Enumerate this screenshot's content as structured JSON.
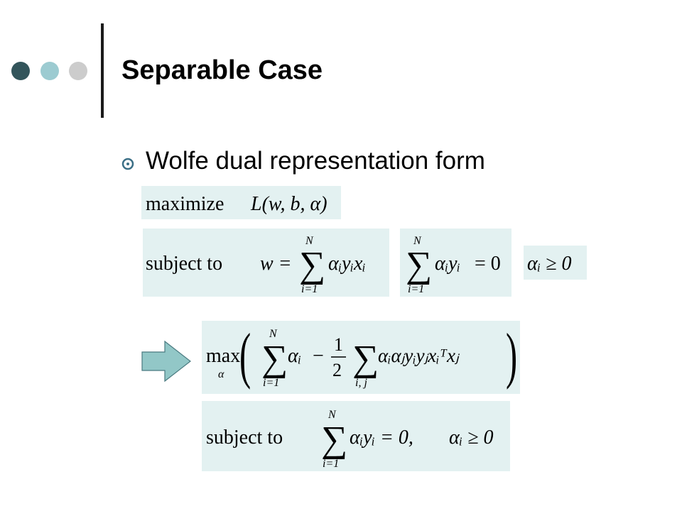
{
  "slide": {
    "title": "Separable Case",
    "bullet": "Wolfe dual representation form",
    "colors": {
      "dot_dark": "#33555b",
      "dot_mid": "#9ccbd1",
      "dot_light": "#cccccc",
      "equation_box": "#e3f1f1",
      "arrow_fill": "#92c7c7",
      "arrow_stroke": "#4a7a80",
      "bullet_stroke": "#3b6f86"
    },
    "icons": {
      "bullet": "ring-bullet-icon",
      "arrow": "right-arrow-icon"
    }
  },
  "equations": {
    "maximize": {
      "word": "maximize",
      "fn": "L(w, b, α)"
    },
    "constraint_w": {
      "lead": "subject to",
      "lhs": "w =",
      "sum_top": "N",
      "sum_bottom": "i=1",
      "term": "αᵢyᵢxᵢ"
    },
    "constraint_sum": {
      "sum_top": "N",
      "sum_bottom": "i=1",
      "term": "αᵢyᵢ",
      "rhs": "= 0"
    },
    "constraint_alpha": "αᵢ ≥ 0",
    "dual_objective": {
      "op": "max",
      "op_sub": "α",
      "sum1_top": "N",
      "sum1_bottom": "i=1",
      "term1": "αᵢ",
      "minus": "−",
      "frac_num": "1",
      "frac_den": "2",
      "sum2_bottom": "i, j",
      "term2": "αᵢαⱼyᵢyⱼxᵢᵀxⱼ"
    },
    "dual_constraints": {
      "lead": "subject to",
      "sum_top": "N",
      "sum_bottom": "i=1",
      "term": "αᵢyᵢ = 0,",
      "alpha": "αᵢ ≥ 0"
    }
  }
}
